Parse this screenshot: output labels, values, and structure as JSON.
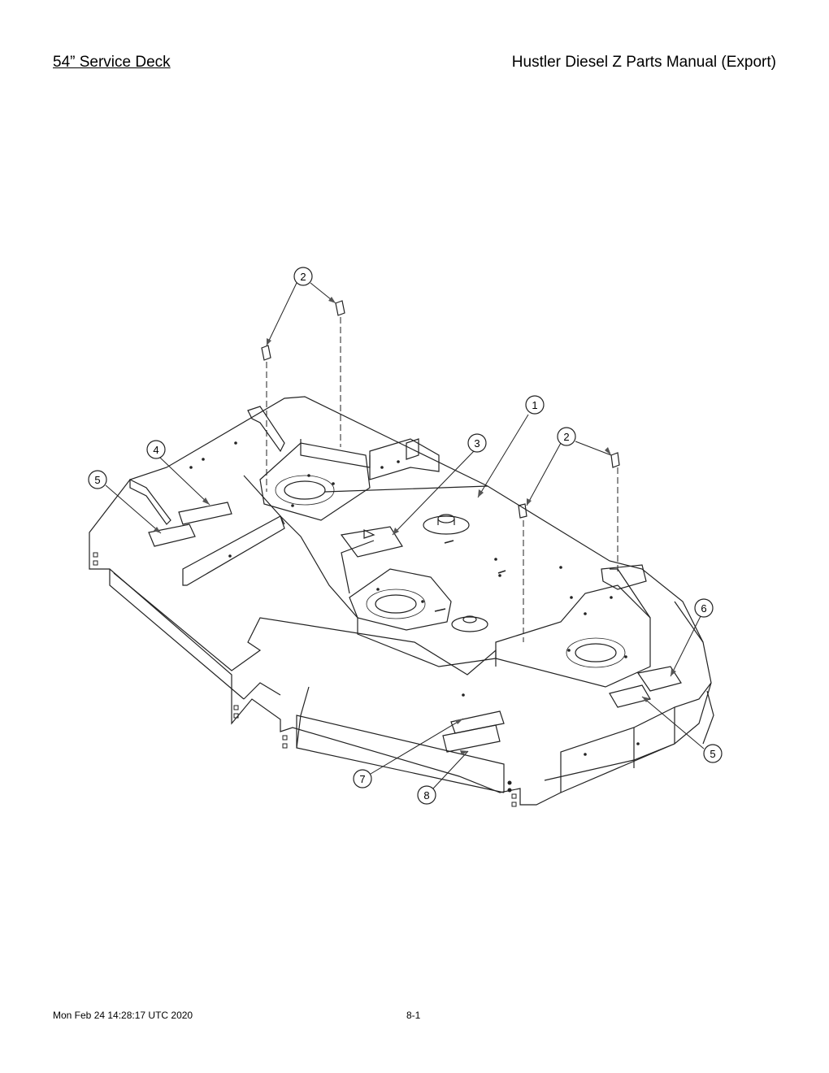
{
  "header": {
    "section_title": "54” Service Deck",
    "manual_title": "Hustler Diesel Z Parts Manual (Export)"
  },
  "footer": {
    "timestamp": "Mon Feb 24 14:28:17 UTC 2020",
    "page_number": "8-1"
  },
  "callouts": [
    "1",
    "2",
    "2",
    "3",
    "4",
    "5",
    "5",
    "6",
    "7",
    "8"
  ]
}
